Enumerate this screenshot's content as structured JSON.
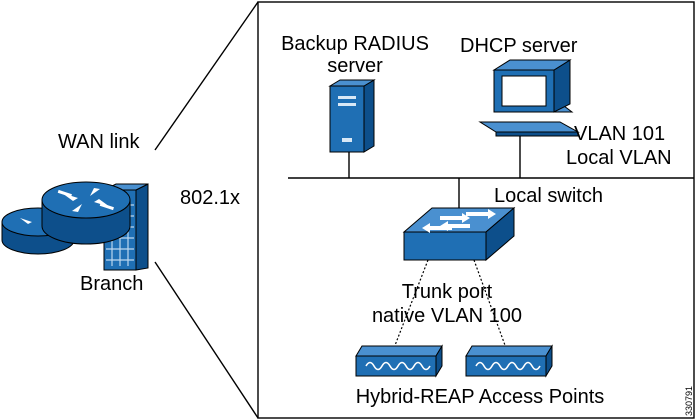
{
  "labels": {
    "wan_link": "WAN link",
    "dot1x": "802.1x",
    "branch": "Branch",
    "backup_radius_line1": "Backup RADIUS",
    "backup_radius_line2": "server",
    "dhcp_server": "DHCP server",
    "vlan101_line1": "VLAN 101",
    "vlan101_line2": "Local VLAN",
    "local_switch": "Local switch",
    "trunk_line1": "Trunk port",
    "trunk_line2": "native VLAN 100",
    "access_points": "Hybrid-REAP Access Points",
    "figure_id": "330791"
  },
  "colors": {
    "device_blue": "#1f6fb4",
    "device_dark": "#0d4f8b",
    "device_light": "#4a90d0",
    "line": "#000000"
  },
  "icons": {
    "router": "router-icon",
    "branch_building": "building-icon",
    "radius_server": "server-icon",
    "dhcp_server": "workstation-icon",
    "switch": "switch-icon",
    "access_point": "access-point-icon"
  }
}
